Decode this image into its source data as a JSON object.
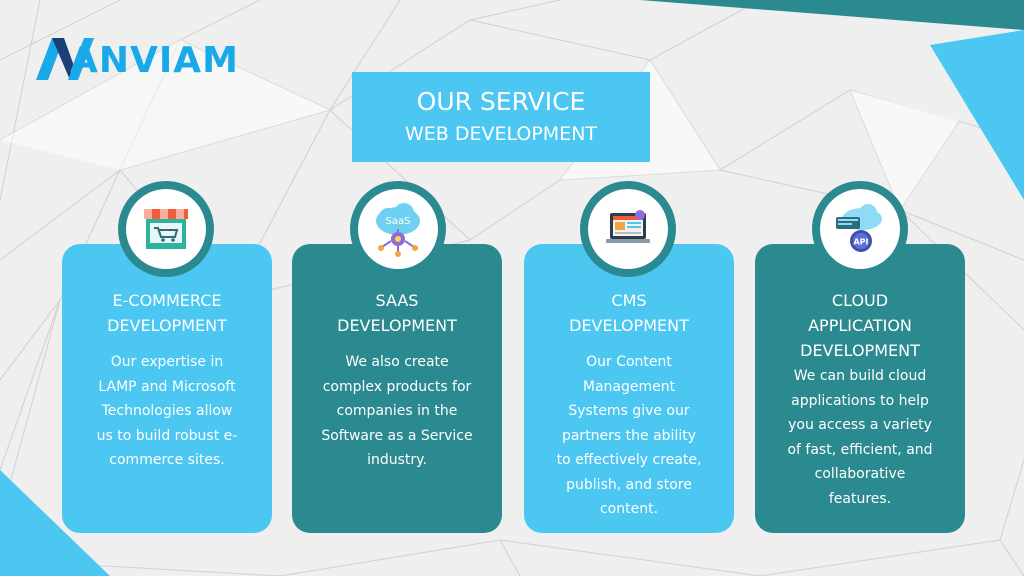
{
  "brand": {
    "logo_text": "ANVIAM"
  },
  "title": {
    "main": "OUR SERVICE",
    "sub": "WEB DEVELOPMENT"
  },
  "cards": [
    {
      "title": "E-COMMERCE\nDEVELOPMENT",
      "desc": "Our expertise in\nLAMP and Microsoft\nTechnologies allow\nus to build robust e-\ncommerce sites.",
      "icon": "storefront-cart-icon"
    },
    {
      "title": "SAAS\nDEVELOPMENT",
      "desc": "We also create\ncomplex products for\ncompanies in the\nSoftware as a Service\nindustry.",
      "icon": "saas-cloud-icon",
      "icon_label": "SaaS"
    },
    {
      "title": "CMS\nDEVELOPMENT",
      "desc": "Our Content\nManagement\nSystems give our\npartners the ability\nto effectively create,\npublish, and store\ncontent.",
      "icon": "cms-laptop-icon"
    },
    {
      "title": "CLOUD\nAPPLICATION\nDEVELOPMENT",
      "desc": "We can build cloud\napplications to help\nyou access a variety\nof fast, efficient, and\ncollaborative\nfeatures.",
      "icon": "cloud-api-icon",
      "icon_label": "API"
    }
  ],
  "colors": {
    "light_blue": "#4cc7f2",
    "teal": "#2b8a90",
    "logo_blue": "#1aa9e8",
    "background": "#f2f2f2"
  }
}
